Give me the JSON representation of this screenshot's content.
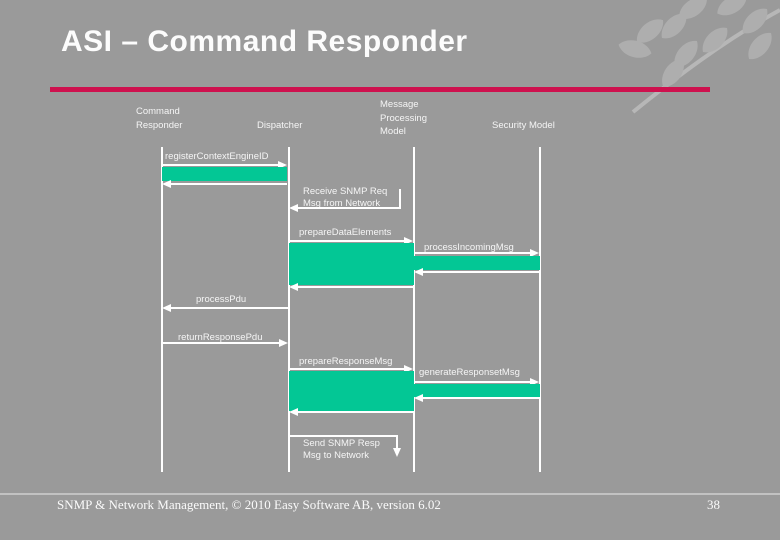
{
  "slide": {
    "title": "ASI – Command Responder",
    "footer_text": "SNMP & Network Management, © 2010 Easy Software AB, version 6.02",
    "page_number": "38"
  },
  "colors": {
    "background": "#9A9A9A",
    "title_underline": "#CE114E",
    "activation_bar": "#03C795",
    "leaf_decoration": "#AEAEAE",
    "leaf_stem": "#B7B7B7",
    "text": "#F5F5F5",
    "footer_line": "#C2C2C2"
  },
  "diagram": {
    "columns": [
      {
        "label": "Command Responder"
      },
      {
        "label": "Dispatcher"
      },
      {
        "label": "Message Processing Model"
      },
      {
        "label": "Security Model"
      }
    ],
    "messages": {
      "register_context": "registerContextEngineID",
      "receive_request": "Receive SNMP Req Msg from Network",
      "prepare_data": "prepareDataElements",
      "process_incoming": "processIncomingMsg",
      "process_pdu": "processPdu",
      "return_response": "returnResponsePdu",
      "prepare_response": "prepareResponseMsg",
      "generate_response": "generateResponsetMsg",
      "send_response": "Send SNMP Resp Msg to Network"
    }
  }
}
